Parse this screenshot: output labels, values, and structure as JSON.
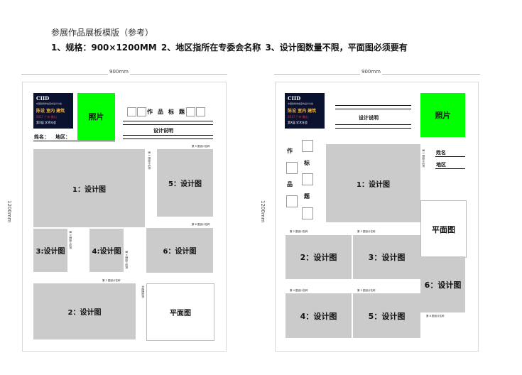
{
  "header": {
    "title": "参展作品展板模版（参考）",
    "requirements": "1、规格：900×1200MM    2、地区指所在专委会名称    3、设计图数量不限，平面图必须要有"
  },
  "dimensions": {
    "width": "900mm",
    "height": "1200mm"
  },
  "logo": {
    "brand": "CIID",
    "line1": "中国建筑学会室内设计分会",
    "main": "陈设 室内 建筑",
    "year_place": "2017 广州 佛山",
    "sub": "第X届 学术年会"
  },
  "board1": {
    "name_label": "姓名：",
    "region_label": "地区：",
    "photo": "照片",
    "title_chars": [
      "作",
      "品",
      "标",
      "题"
    ],
    "design_desc": "设计说明",
    "img1": "1：设计图",
    "img2": "2：设计图",
    "img3": "3:设计图",
    "img4": "4:设计图",
    "img5": "5：设计图",
    "img6": "6：设计图",
    "plan": "平面图",
    "cap1": "第 1 图设计名称",
    "cap2": "第 2 图设计名称",
    "cap3": "第 3 图设计名称",
    "cap4": "第 4 图设计名称",
    "cap5": "第 5 图设计名称",
    "cap6": "第 6 图设计名称",
    "capplan": "平面图名称"
  },
  "board2": {
    "design_desc": "设计说明",
    "photo": "照片",
    "name_label": "姓名",
    "region_label": "地区",
    "title_chars": [
      "作",
      "标",
      "品",
      "题"
    ],
    "img1": "1：设计图",
    "img2": "2：设计图",
    "img3": "3：设计图",
    "img4": "4：设计图",
    "img5": "5：设计图",
    "img6": "6：设计图",
    "plan": "平面图",
    "cap1": "第 1 图设计名称",
    "cap2": "第 2 图设计名称",
    "cap3": "第 3 图设计名称",
    "cap4": "第 4 图设计名称",
    "cap5": "第 5 图设计名称",
    "cap6": "第 6 图设计名称"
  }
}
